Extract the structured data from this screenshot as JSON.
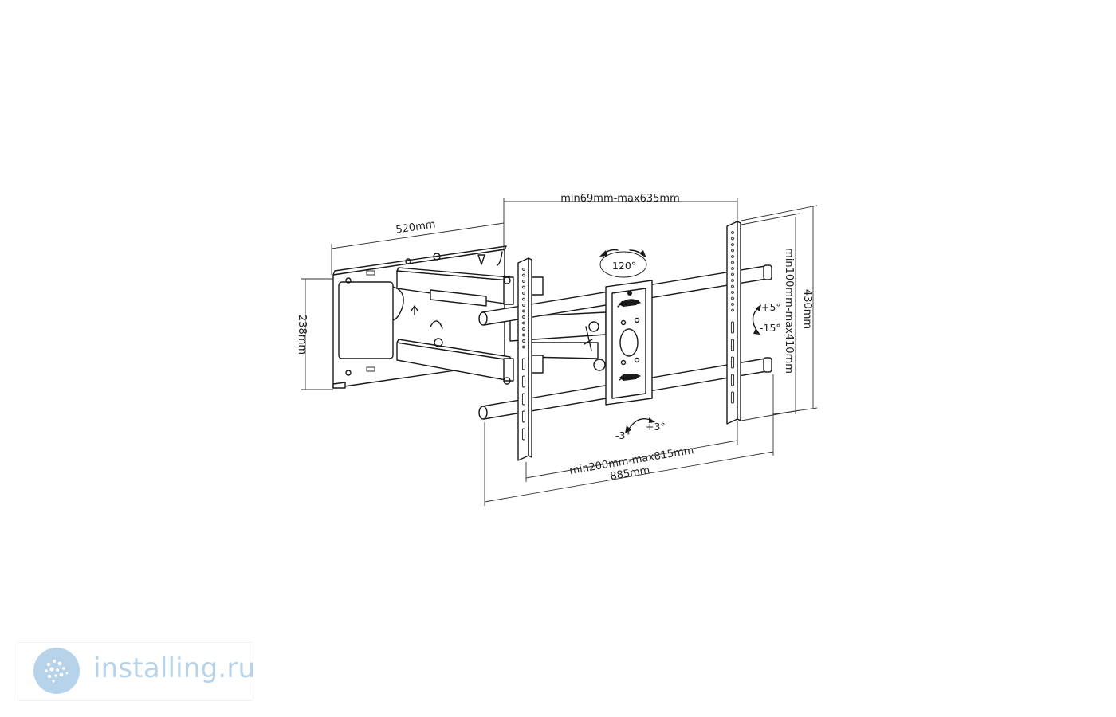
{
  "dimensions": {
    "arm_depth": "520mm",
    "wall_plate_height": "238mm",
    "horizontal_adjust": "min69mm-max635mm",
    "vesa_vertical": "min100mm-max410mm",
    "overall_height": "430mm",
    "vesa_horizontal": "min200mm-max815mm",
    "overall_width": "885mm"
  },
  "rotation": {
    "swivel": "120°",
    "tilt_up": "+5°",
    "tilt_down": "-15°",
    "level_minus": "-3°",
    "level_plus": "+3°"
  },
  "watermark": {
    "text": "installing.ru",
    "color": "#b7d3ea"
  }
}
